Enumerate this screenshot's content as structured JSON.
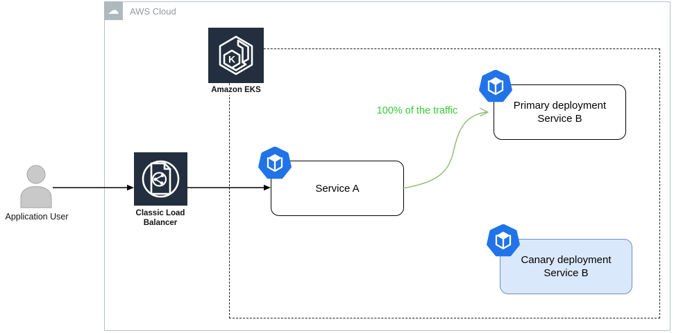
{
  "container": {
    "label": "AWS Cloud"
  },
  "nodes": {
    "application_user": {
      "label": "Application User",
      "icon": "person-icon"
    },
    "classic_load_balancer": {
      "label_line1": "Classic Load",
      "label_line2": "Balancer",
      "icon": "classic-load-balancer-icon"
    },
    "amazon_eks": {
      "label": "Amazon EKS",
      "icon": "amazon-eks-icon",
      "logo_letter": "K"
    },
    "service_a": {
      "label": "Service A",
      "icon": "pod-icon"
    },
    "primary_deployment": {
      "label_line1": "Primary deployment",
      "label_line2": "Service B",
      "icon": "pod-icon"
    },
    "canary_deployment": {
      "label_line1": "Canary deployment",
      "label_line2": "Service B",
      "icon": "pod-icon"
    }
  },
  "edges": [
    {
      "from": "application_user",
      "to": "classic_load_balancer",
      "style": "straight-black-arrow",
      "label": ""
    },
    {
      "from": "classic_load_balancer",
      "to": "service_a",
      "style": "straight-black-arrow",
      "label": ""
    },
    {
      "from": "service_a",
      "to": "primary_deployment",
      "style": "curved-green-arrow",
      "label": "100% of the traffic"
    }
  ],
  "colors": {
    "aws_dark_navy": "#232F3E",
    "pod_blue": "#2173E8",
    "canary_fill": "#DAE8FC",
    "canary_border": "#6C8EBF",
    "traffic_label_green": "#33CC33",
    "traffic_arrow_green": "#8FBE76",
    "outer_border_gray": "#B7C0C5",
    "aws_cloud_label_gray": "#8E9BA3",
    "user_gray": "#C9C9C9"
  }
}
